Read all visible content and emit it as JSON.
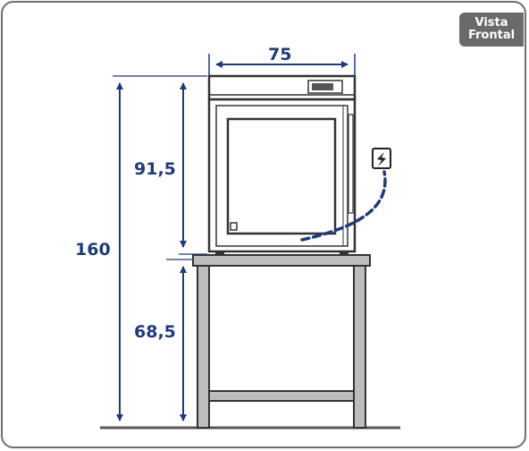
{
  "view_label": {
    "line1": "Vista",
    "line2": "Frontal"
  },
  "dimensions": {
    "width": "75",
    "total_height": "160",
    "machine_height": "91,5",
    "stand_height": "68,5"
  },
  "colors": {
    "dimension_line": "#1f3a7a",
    "outline": "#333333",
    "stand": "#bdbdbd",
    "badge": "#6a6a6a",
    "frame": "#6e6e6e"
  },
  "icons": {
    "power": "lightning-bolt-icon"
  }
}
